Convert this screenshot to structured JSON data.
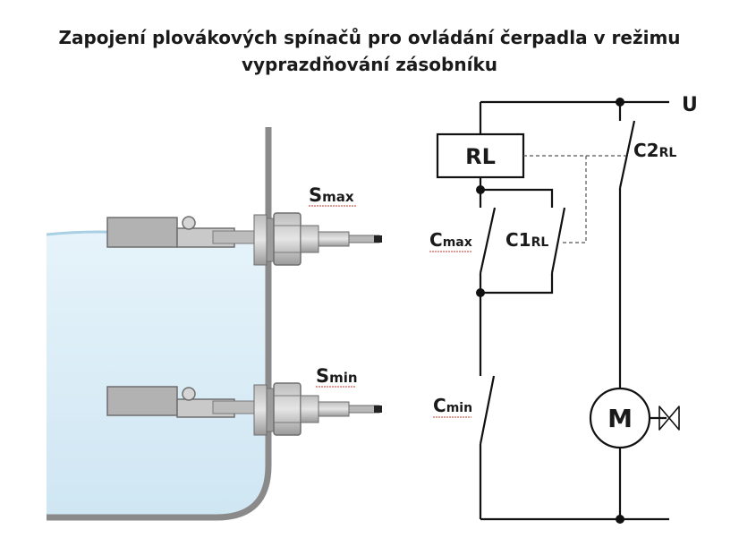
{
  "title_line1": "Zapojení plovákových spínačů pro ovládání čerpadla v režimu",
  "title_line2": "vyprazdňování zásobníku",
  "sensor_max": {
    "main": "S",
    "sub": "max"
  },
  "sensor_min": {
    "main": "S",
    "sub": "min"
  },
  "supply_label": "U",
  "relay_label": "RL",
  "contact_max": {
    "main": "C",
    "sub": "max"
  },
  "contact_c1": {
    "main": "C1",
    "sub": "RL"
  },
  "contact_c2": {
    "main": "C2",
    "sub": "RL"
  },
  "contact_min": {
    "main": "C",
    "sub": "min"
  },
  "motor_label": "M",
  "colors": {
    "water": "#d3e9f5",
    "tank_wall": "#8a8a8a",
    "line": "#111111",
    "underline": "#c0392b"
  }
}
